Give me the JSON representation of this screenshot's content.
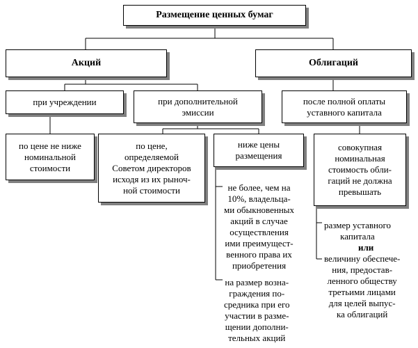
{
  "root": {
    "label": "Размещение ценных бумаг"
  },
  "level1": {
    "shares": "Акций",
    "bonds": "Облигаций"
  },
  "level2": {
    "at_founding": "при учреждении",
    "additional_issue": "при дополнительной\nэмиссии",
    "after_full_payment": "после полной оплаты\nуставного капитала"
  },
  "level3": {
    "not_below_nominal": "по цене не ниже\nноминальной\nстоимости",
    "board_price": "по цене,\nопределяемой\nСоветом директоров\nисходя из их рыноч-\nной стоимости",
    "below_placement_price": "ниже цены\nразмещения",
    "total_nominal": "совокупная\nноминальная\nстоимость обли-\nгаций не должна\nпревышать"
  },
  "share_conditions": [
    "не более, чем на\n10%, владельца-\nми обыкновенных\nакций в случае\nосуществления\nими преимущест-\nвенного права их\nприобретения",
    "на размер возна-\nграждения по-\nсредника при его\nучастии в разме-\nщении дополни-\nтельных акций"
  ],
  "bond_conditions": {
    "first": "размер уставного\nкапитала",
    "separator": "или",
    "second": "величину обеспече-\nния, предостав-\nленного обществу\nтретьими лицами\nдля целей выпус-\nка облигаций"
  }
}
